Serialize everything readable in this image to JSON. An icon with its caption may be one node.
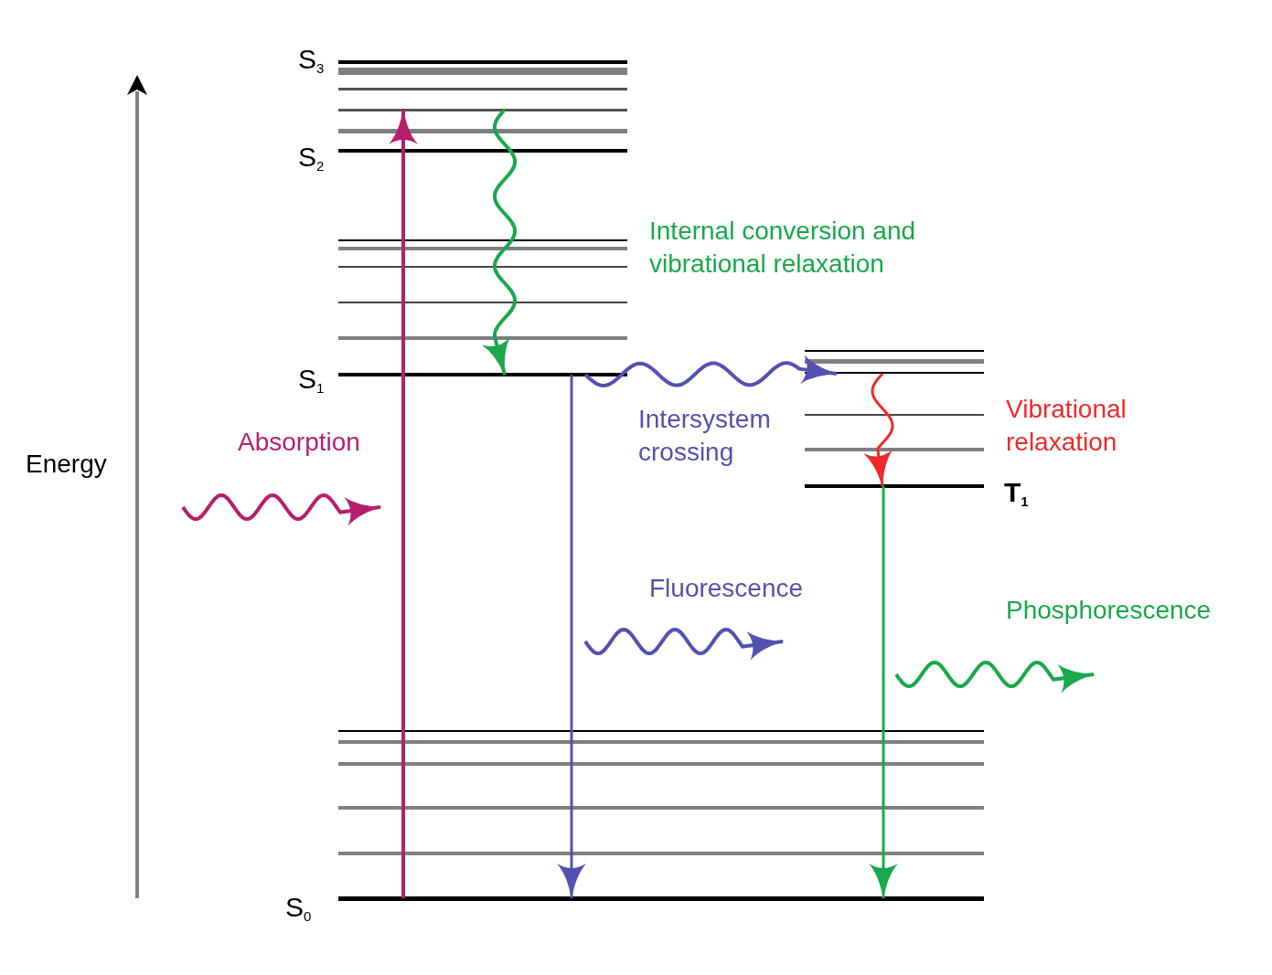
{
  "diagram": {
    "nodes": [
      {
        "text": [
          "S$_{3}$"
        ]
      },
      {
        "text": [
          "S$_{2}$"
        ]
      },
      {
        "text": [
          "S$_{1}$"
        ]
      },
      {
        "text": [],
        "shape": "bar"
      },
      {
        "text": [
          "T$_{1}$"
        ]
      },
      {
        "text": [
          "S$_{0}$"
        ]
      }
    ],
    "edges": [
      {
        "from": 5,
        "to": 1,
        "arrow": "to",
        "color": "#b5206e"
      },
      {
        "from": 1,
        "to": 2,
        "arrow": "to",
        "color": "#1aa84b"
      },
      {
        "from": 2,
        "to": 3,
        "arrow": "to",
        "color": "#5252b0"
      },
      {
        "from": 3,
        "to": 4,
        "arrow": "to",
        "color": "#ee2a2a"
      },
      {
        "from": 2,
        "to": 5,
        "arrow": "to",
        "color": "#5252b0"
      },
      {
        "from": 4,
        "to": 5,
        "arrow": "to",
        "color": "#1aa84b"
      }
    ],
    "labels": [
      "Energy",
      "Absorption",
      "Internal conversion and vibrational relaxation",
      "Intersystem crossing",
      "Vibrational relaxation",
      "Fluorescence",
      "Phosphorescence"
    ]
  }
}
